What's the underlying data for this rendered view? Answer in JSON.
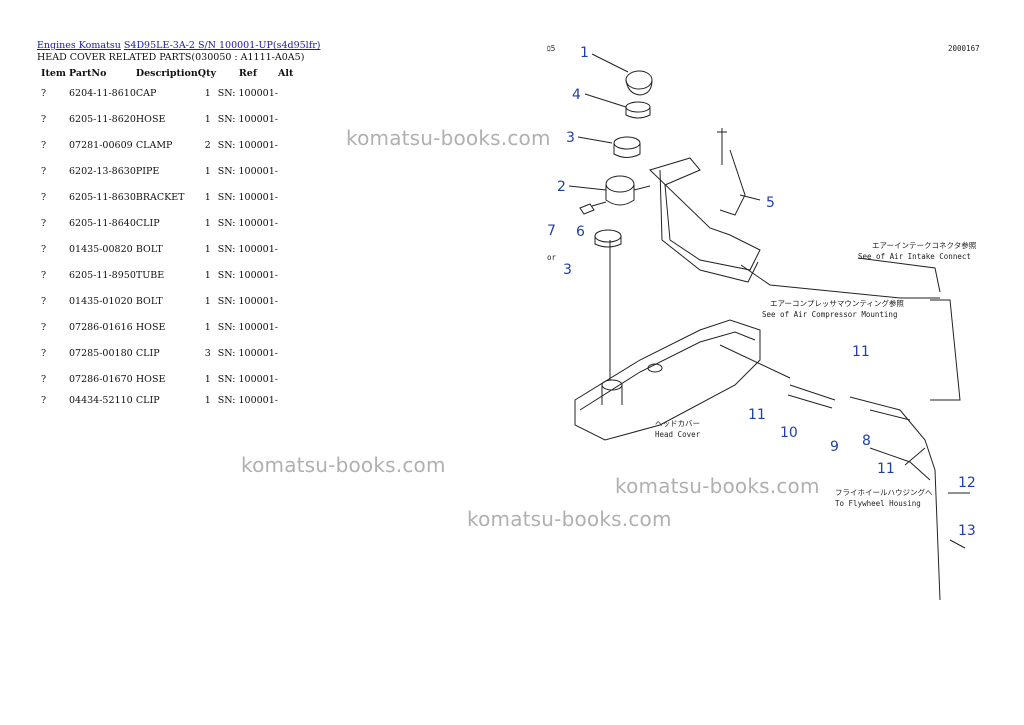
{
  "breadcrumb": {
    "brand": "Engines Komatsu",
    "model": "S4D95LE-3A-2 S/N 100001-UP(s4d95lfr)"
  },
  "subtitle": "HEAD COVER RELATED PARTS(030050 : A1111-A0A5)",
  "table": {
    "headers": [
      "Item",
      "PartNo",
      "Description",
      "Qty",
      "Ref",
      "Alt"
    ],
    "rows": [
      {
        "item": "?",
        "part_no": "6204-11-8610",
        "desc": "CAP",
        "qty": "1",
        "ref": "SN: 100001-"
      },
      {
        "item": "?",
        "part_no": "6205-11-8620",
        "desc": "HOSE",
        "qty": "1",
        "ref": "SN: 100001-"
      },
      {
        "item": "?",
        "part_no": "07281-00609",
        "desc": "CLAMP",
        "qty": "2",
        "ref": "SN: 100001-"
      },
      {
        "item": "?",
        "part_no": "6202-13-8630",
        "desc": "PIPE",
        "qty": "1",
        "ref": "SN: 100001-"
      },
      {
        "item": "?",
        "part_no": "6205-11-8630",
        "desc": "BRACKET",
        "qty": "1",
        "ref": "SN: 100001-"
      },
      {
        "item": "?",
        "part_no": "6205-11-8640",
        "desc": "CLIP",
        "qty": "1",
        "ref": "SN: 100001-"
      },
      {
        "item": "?",
        "part_no": "01435-00820",
        "desc": "BOLT",
        "qty": "1",
        "ref": "SN: 100001-"
      },
      {
        "item": "?",
        "part_no": "6205-11-8950",
        "desc": "TUBE",
        "qty": "1",
        "ref": "SN: 100001-"
      },
      {
        "item": "?",
        "part_no": "01435-01020",
        "desc": "BOLT",
        "qty": "1",
        "ref": "SN: 100001-"
      },
      {
        "item": "?",
        "part_no": "07286-01616",
        "desc": "HOSE",
        "qty": "1",
        "ref": "SN: 100001-"
      },
      {
        "item": "?",
        "part_no": "07285-00180",
        "desc": "CLIP",
        "qty": "3",
        "ref": "SN: 100001-"
      },
      {
        "item": "?",
        "part_no": "07286-01670",
        "desc": "HOSE",
        "qty": "1",
        "ref": "SN: 100001-"
      },
      {
        "item": "?",
        "part_no": "04434-52110",
        "desc": "CLIP",
        "qty": "1",
        "ref": "SN: 100001-"
      }
    ]
  },
  "watermark_text": "komatsu-books.com",
  "diagram": {
    "corner_left": "ﾛ5",
    "corner_right": "2000167",
    "side_mark": "or",
    "callouts": [
      "1",
      "4",
      "3",
      "2",
      "7",
      "6",
      "3",
      "5",
      "11",
      "11",
      "10",
      "9",
      "8",
      "11",
      "12",
      "13"
    ],
    "notes": {
      "air_intake_jp": "エアーインテークコネクタ参照",
      "air_intake_en": "See of Air Intake Connect",
      "compressor_jp": "エアーコンプレッサマウンティング参照",
      "compressor_en": "See of Air Compressor Mounting",
      "head_cover_jp": "ヘッドカバー",
      "head_cover_en": "Head Cover",
      "flywheel_jp": "フライホイールハウジングへ",
      "flywheel_en": "To Flywheel Housing"
    }
  }
}
